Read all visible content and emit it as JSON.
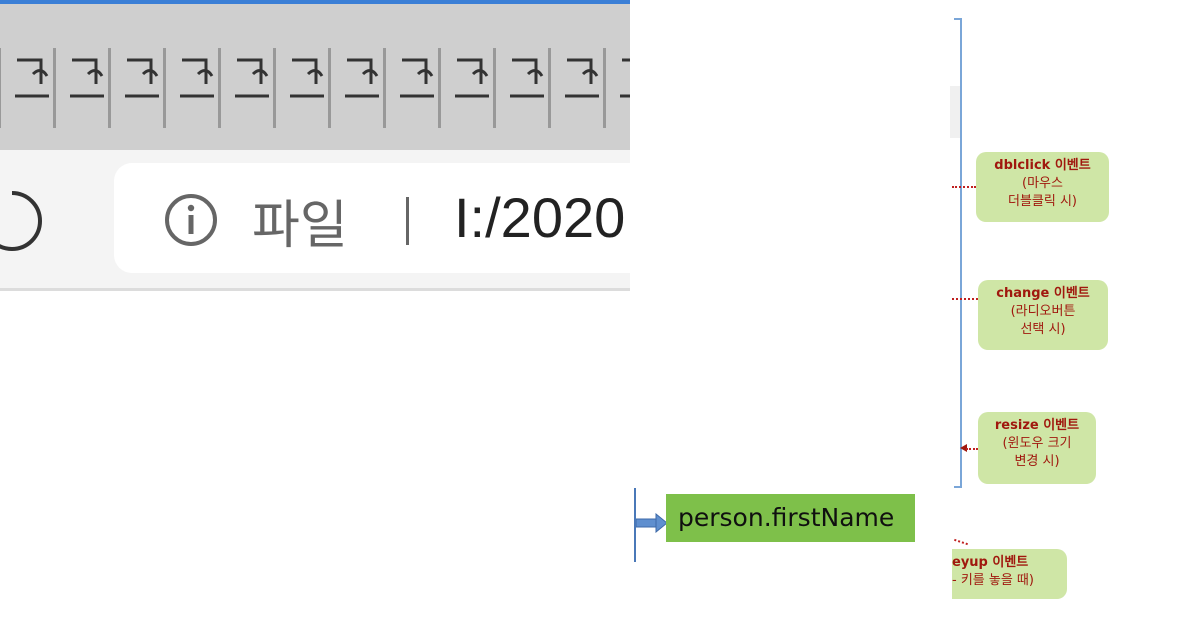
{
  "browser": {
    "tab_count": 12,
    "address_bar": {
      "site_label": "파일",
      "url": "I:/2020"
    },
    "icons": {
      "reload": "reload-icon",
      "info": "info-icon",
      "tab": "document-tab-icon"
    },
    "colors": {
      "frame_accent": "#3b7fd6",
      "tab_strip": "#cfcfcf",
      "toolbar": "#f4f4f4"
    }
  },
  "diagram": {
    "callouts": [
      {
        "title": "dblclick 이벤트",
        "line2": "(마우스",
        "line3": "더블클릭 시)"
      },
      {
        "title": "change 이벤트",
        "line2": "(라디오버튼",
        "line3": "선택 시)"
      },
      {
        "title": "resize 이벤트",
        "line2": "(윈도우 크기",
        "line3": "변경 시)"
      },
      {
        "title": "eyup 이벤트",
        "line2": "- 키를 놓을 때)"
      }
    ],
    "name_box": "person.firstName",
    "colors": {
      "callout_fill": "#cfe6a6",
      "callout_text": "#a0180e",
      "name_box_fill": "#7ec04a",
      "bracket": "#7aa6d8"
    }
  }
}
